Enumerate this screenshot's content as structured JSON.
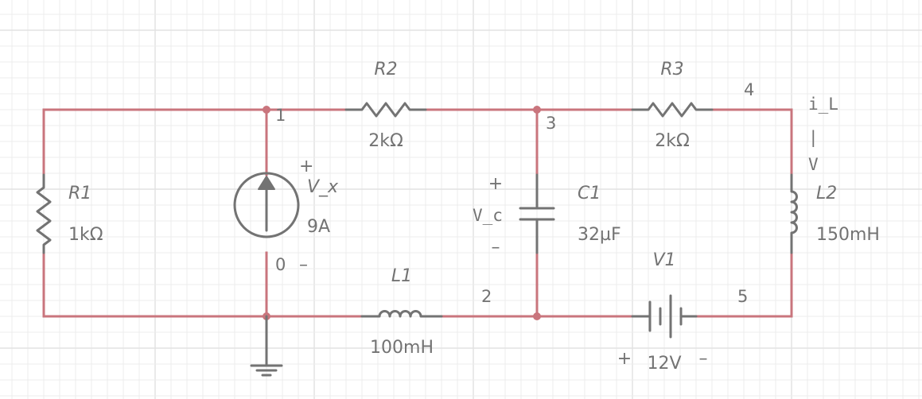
{
  "components": {
    "r1": {
      "name": "R1",
      "value": "1kΩ"
    },
    "r2": {
      "name": "R2",
      "value": "2kΩ"
    },
    "r3": {
      "name": "R3",
      "value": "2kΩ"
    },
    "isrc": {
      "value": "9A",
      "v_label": "V_x",
      "plus": "+",
      "minus": "–"
    },
    "c1": {
      "name": "C1",
      "value": "32µF",
      "v_label": "V_c",
      "plus": "+",
      "minus": "–"
    },
    "l1": {
      "name": "L1",
      "value": "100mH"
    },
    "l2": {
      "name": "L2",
      "value": "150mH",
      "current_label": "i_L",
      "arrow_shaft": "|",
      "arrow_head": "V"
    },
    "v1": {
      "name": "V1",
      "value": "12V",
      "plus": "+",
      "minus": "–"
    }
  },
  "nodes": [
    "0",
    "1",
    "2",
    "3",
    "4",
    "5"
  ],
  "colors": {
    "wire": "#c9757d",
    "component": "#737373",
    "grid": "#ececec"
  }
}
